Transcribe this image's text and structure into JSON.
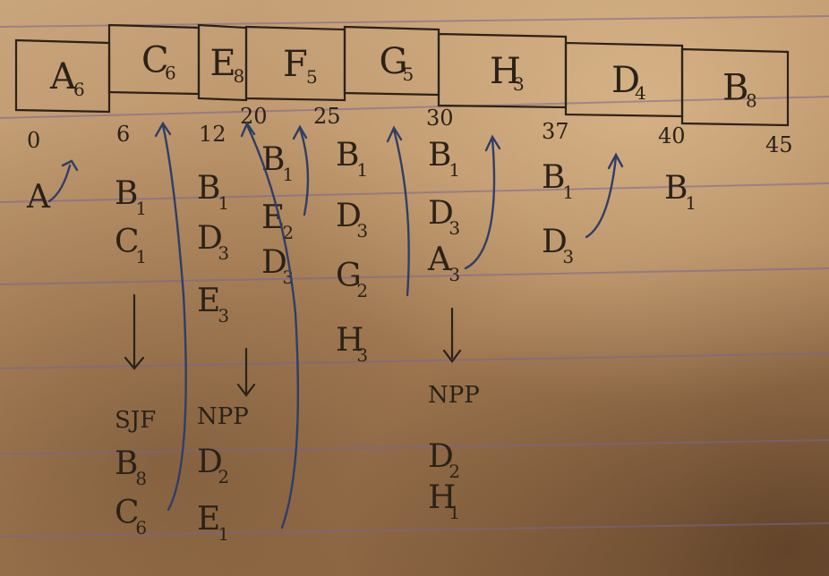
{
  "gantt": [
    {
      "label": "A",
      "sub": "6"
    },
    {
      "label": "C",
      "sub": "6"
    },
    {
      "label": "E",
      "sub": "8"
    },
    {
      "label": "F",
      "sub": "5"
    },
    {
      "label": "G",
      "sub": "5"
    },
    {
      "label": "H",
      "sub": "3"
    },
    {
      "label": "D",
      "sub": "4"
    },
    {
      "label": "B",
      "sub": "8"
    }
  ],
  "times": [
    "0",
    "6",
    "12",
    "20",
    "25",
    "30",
    "37",
    "40",
    "45"
  ],
  "col0": [
    {
      "label": "A",
      "sub": ""
    }
  ],
  "col1": [
    {
      "label": "B",
      "sub": "1"
    },
    {
      "label": "C",
      "sub": "1"
    },
    {
      "label": "SJF",
      "sub": ""
    },
    {
      "label": "B",
      "sub": "8"
    },
    {
      "label": "C",
      "sub": "6"
    }
  ],
  "col2": [
    {
      "label": "B",
      "sub": "1"
    },
    {
      "label": "D",
      "sub": "3"
    },
    {
      "label": "E",
      "sub": "3"
    },
    {
      "label": "NPP",
      "sub": ""
    },
    {
      "label": "D",
      "sub": "2"
    },
    {
      "label": "E",
      "sub": "1"
    }
  ],
  "col3": [
    {
      "label": "B",
      "sub": "1"
    },
    {
      "label": "E",
      "sub": "2"
    },
    {
      "label": "D",
      "sub": "3"
    }
  ],
  "col4": [
    {
      "label": "B",
      "sub": "1"
    },
    {
      "label": "D",
      "sub": "3"
    },
    {
      "label": "G",
      "sub": "2"
    },
    {
      "label": "H",
      "sub": "3"
    }
  ],
  "col5": [
    {
      "label": "B",
      "sub": "1"
    },
    {
      "label": "D",
      "sub": "3"
    },
    {
      "label": "A",
      "sub": "3"
    },
    {
      "label": "NPP",
      "sub": ""
    },
    {
      "label": "D",
      "sub": "2"
    },
    {
      "label": "H",
      "sub": "1"
    }
  ],
  "col6": [
    {
      "label": "B",
      "sub": "1"
    },
    {
      "label": "D",
      "sub": "3"
    }
  ],
  "col7": [
    {
      "label": "B",
      "sub": "1"
    }
  ]
}
